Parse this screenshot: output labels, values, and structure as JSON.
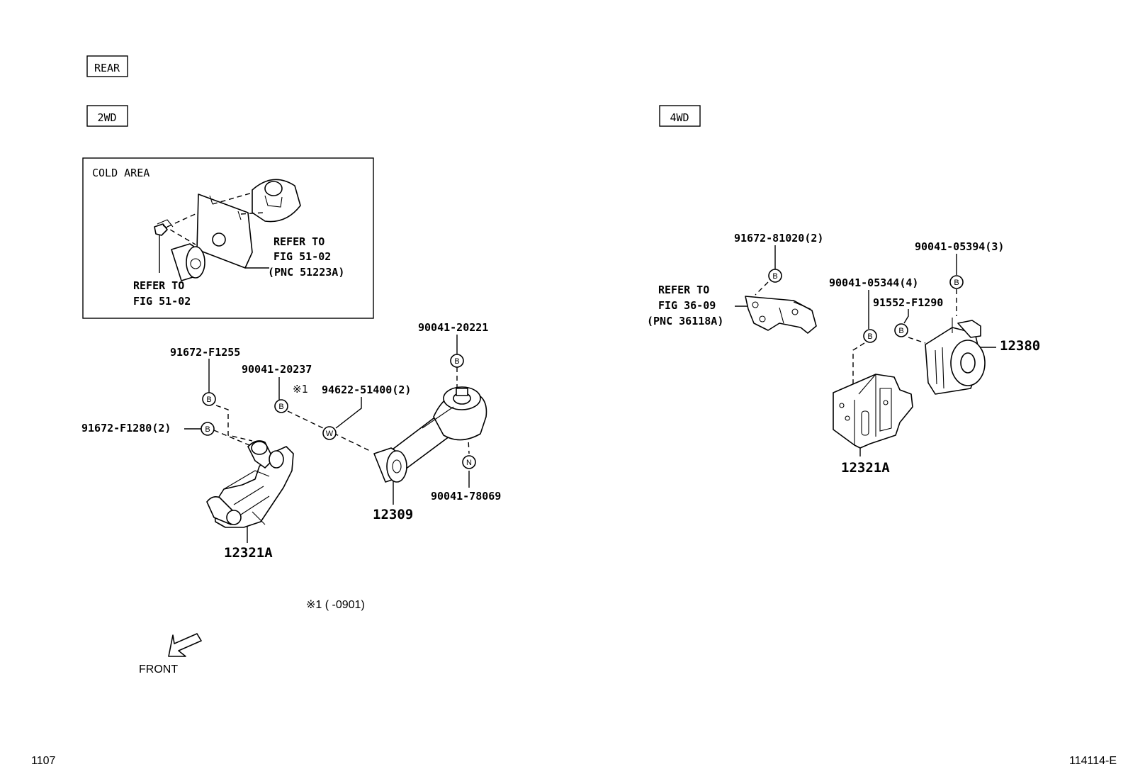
{
  "labels": {
    "rear": "REAR",
    "wd2": "2WD",
    "wd4": "4WD",
    "cold_area": "COLD AREA",
    "front": "FRONT",
    "note": "※1 (      -0901)",
    "page_left": "1107",
    "page_right": "114114-E"
  },
  "cold_area": {
    "refer1_l1": "REFER TO",
    "refer1_l2": "FIG 51-02",
    "refer1_l3": "(PNC 51223A)",
    "refer2_l1": "REFER TO",
    "refer2_l2": "FIG 51-02"
  },
  "wd2_parts": {
    "p1": "91672-F1255",
    "p2": "90041-20237",
    "p3_mark": "※1",
    "p3": "94622-51400(2)",
    "p4": "90041-20221",
    "p5": "91672-F1280(2)",
    "p6": "90041-78069",
    "p7": "12309",
    "p8": "12321A"
  },
  "wd4_parts": {
    "p1": "91672-81020(2)",
    "p2": "90041-05394(3)",
    "p3": "90041-05344(4)",
    "p4": "91552-F1290",
    "p5": "12380",
    "p6": "12321A",
    "refer_l1": "REFER TO",
    "refer_l2": "FIG 36-09",
    "refer_l3": "(PNC 36118A)"
  },
  "markers": {
    "b": "B",
    "w": "W",
    "n": "N"
  }
}
